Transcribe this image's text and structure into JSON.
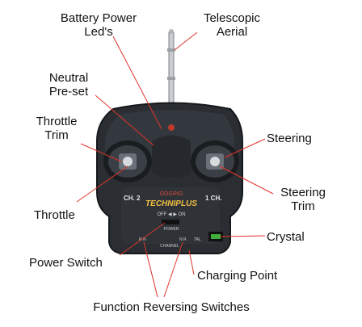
{
  "labels": {
    "battery_leds": [
      "Battery Power",
      "Led's"
    ],
    "telescopic_aerial": [
      "Telescopic",
      "Aerial"
    ],
    "neutral_preset": [
      "Neutral",
      "Pre-set"
    ],
    "throttle_trim": [
      "Throttle",
      "Trim"
    ],
    "steering": "Steering",
    "steering_trim": [
      "Steering",
      "Trim"
    ],
    "throttle": "Throttle",
    "crystal": "Crystal",
    "power_switch": "Power Switch",
    "charging_point": "Charging Point",
    "function_reversing": "Function Reversing Switches"
  },
  "device": {
    "brand": "GOGRIG",
    "model": "TECHNIPLUS",
    "ch2": "CH. 2",
    "ch1": "1 CH.",
    "off_on": "OFF ◀ ▶ ON",
    "power": "POWER",
    "reverse_left": "R    N",
    "reverse_right": "N   R",
    "channel": "CHANNEL",
    "tal": "TAL"
  },
  "colors": {
    "body": "#2b2f33",
    "body_dark": "#1a1d20",
    "accent_red": "#c0392b",
    "crystal_green": "#3fae3a",
    "line": "#e0342a"
  }
}
